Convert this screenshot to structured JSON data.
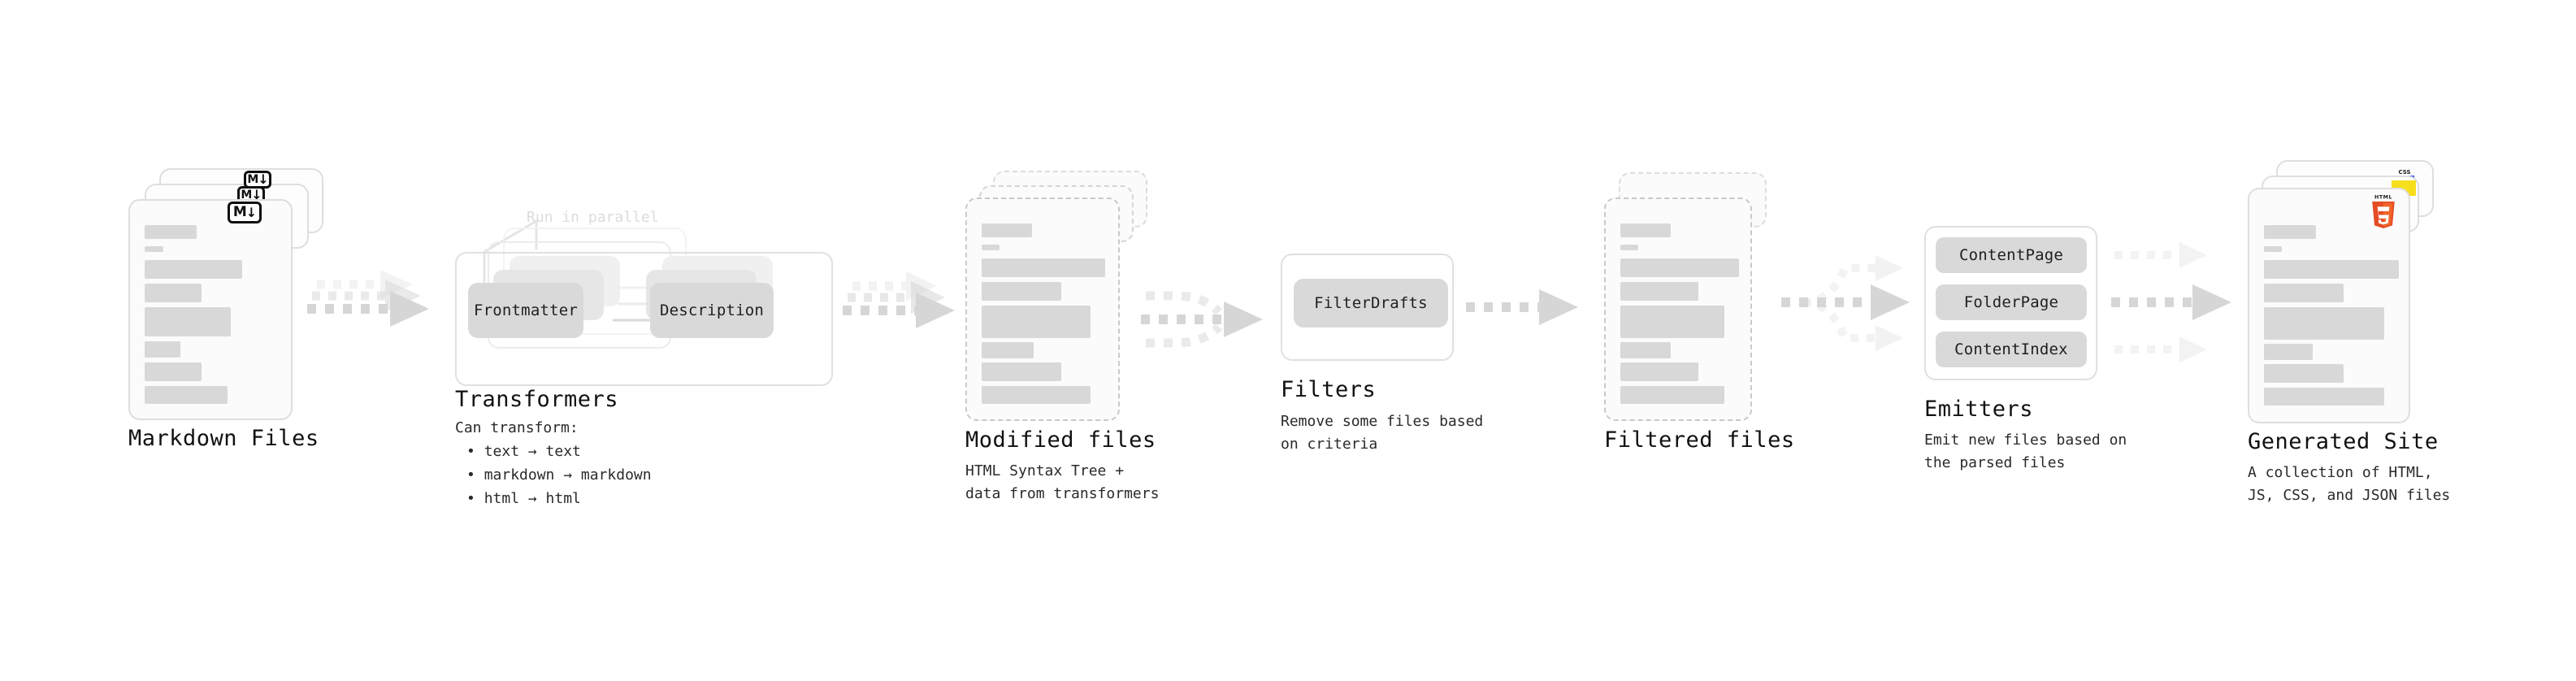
{
  "diagram": {
    "title_font_note": "monospace technical diagram",
    "stages": [
      {
        "id": "markdown-files",
        "title": "Markdown Files",
        "subtitle": "",
        "badge": "markdown-icon",
        "badge_text_left": "M",
        "badge_text_right": "↓"
      },
      {
        "id": "transformers",
        "title": "Transformers",
        "annotation": "Run in parallel",
        "list_header": "Can transform:",
        "list_items": [
          "text → text",
          "markdown → markdown",
          "html → html"
        ],
        "pills": [
          "Frontmatter",
          "Description"
        ]
      },
      {
        "id": "modified-files",
        "title": "Modified files",
        "subtitle": "HTML Syntax Tree +\ndata from transformers"
      },
      {
        "id": "filters",
        "title": "Filters",
        "subtitle": "Remove some files based\non criteria",
        "pills": [
          "FilterDrafts"
        ]
      },
      {
        "id": "filtered-files",
        "title": "Filtered files",
        "subtitle": ""
      },
      {
        "id": "emitters",
        "title": "Emitters",
        "subtitle": "Emit new files based on\nthe parsed files",
        "pills": [
          "ContentPage",
          "FolderPage",
          "ContentIndex"
        ]
      },
      {
        "id": "generated-site",
        "title": "Generated Site",
        "subtitle": "A collection of HTML,\nJS, CSS, and JSON files",
        "badges": [
          "css3-icon",
          "javascript-icon",
          "html5-icon"
        ],
        "html5_wordmark": "HTML",
        "html5_digit": "5",
        "css3_wordmark": "CSS"
      }
    ],
    "colors": {
      "background": "#ffffff",
      "card_fill": "#fbfbfb",
      "card_border": "#dedede",
      "placeholder_line": "#d8d8d8",
      "pill_fill": "#d9d9d9",
      "arrow": "#d6d6d6",
      "text": "#111111",
      "annotation_text": "#dcdcdc",
      "html5_orange": "#e44d26",
      "html5_orange_light": "#f16529",
      "js_yellow": "#f7df1e",
      "css3_blue": "#264de4"
    }
  }
}
